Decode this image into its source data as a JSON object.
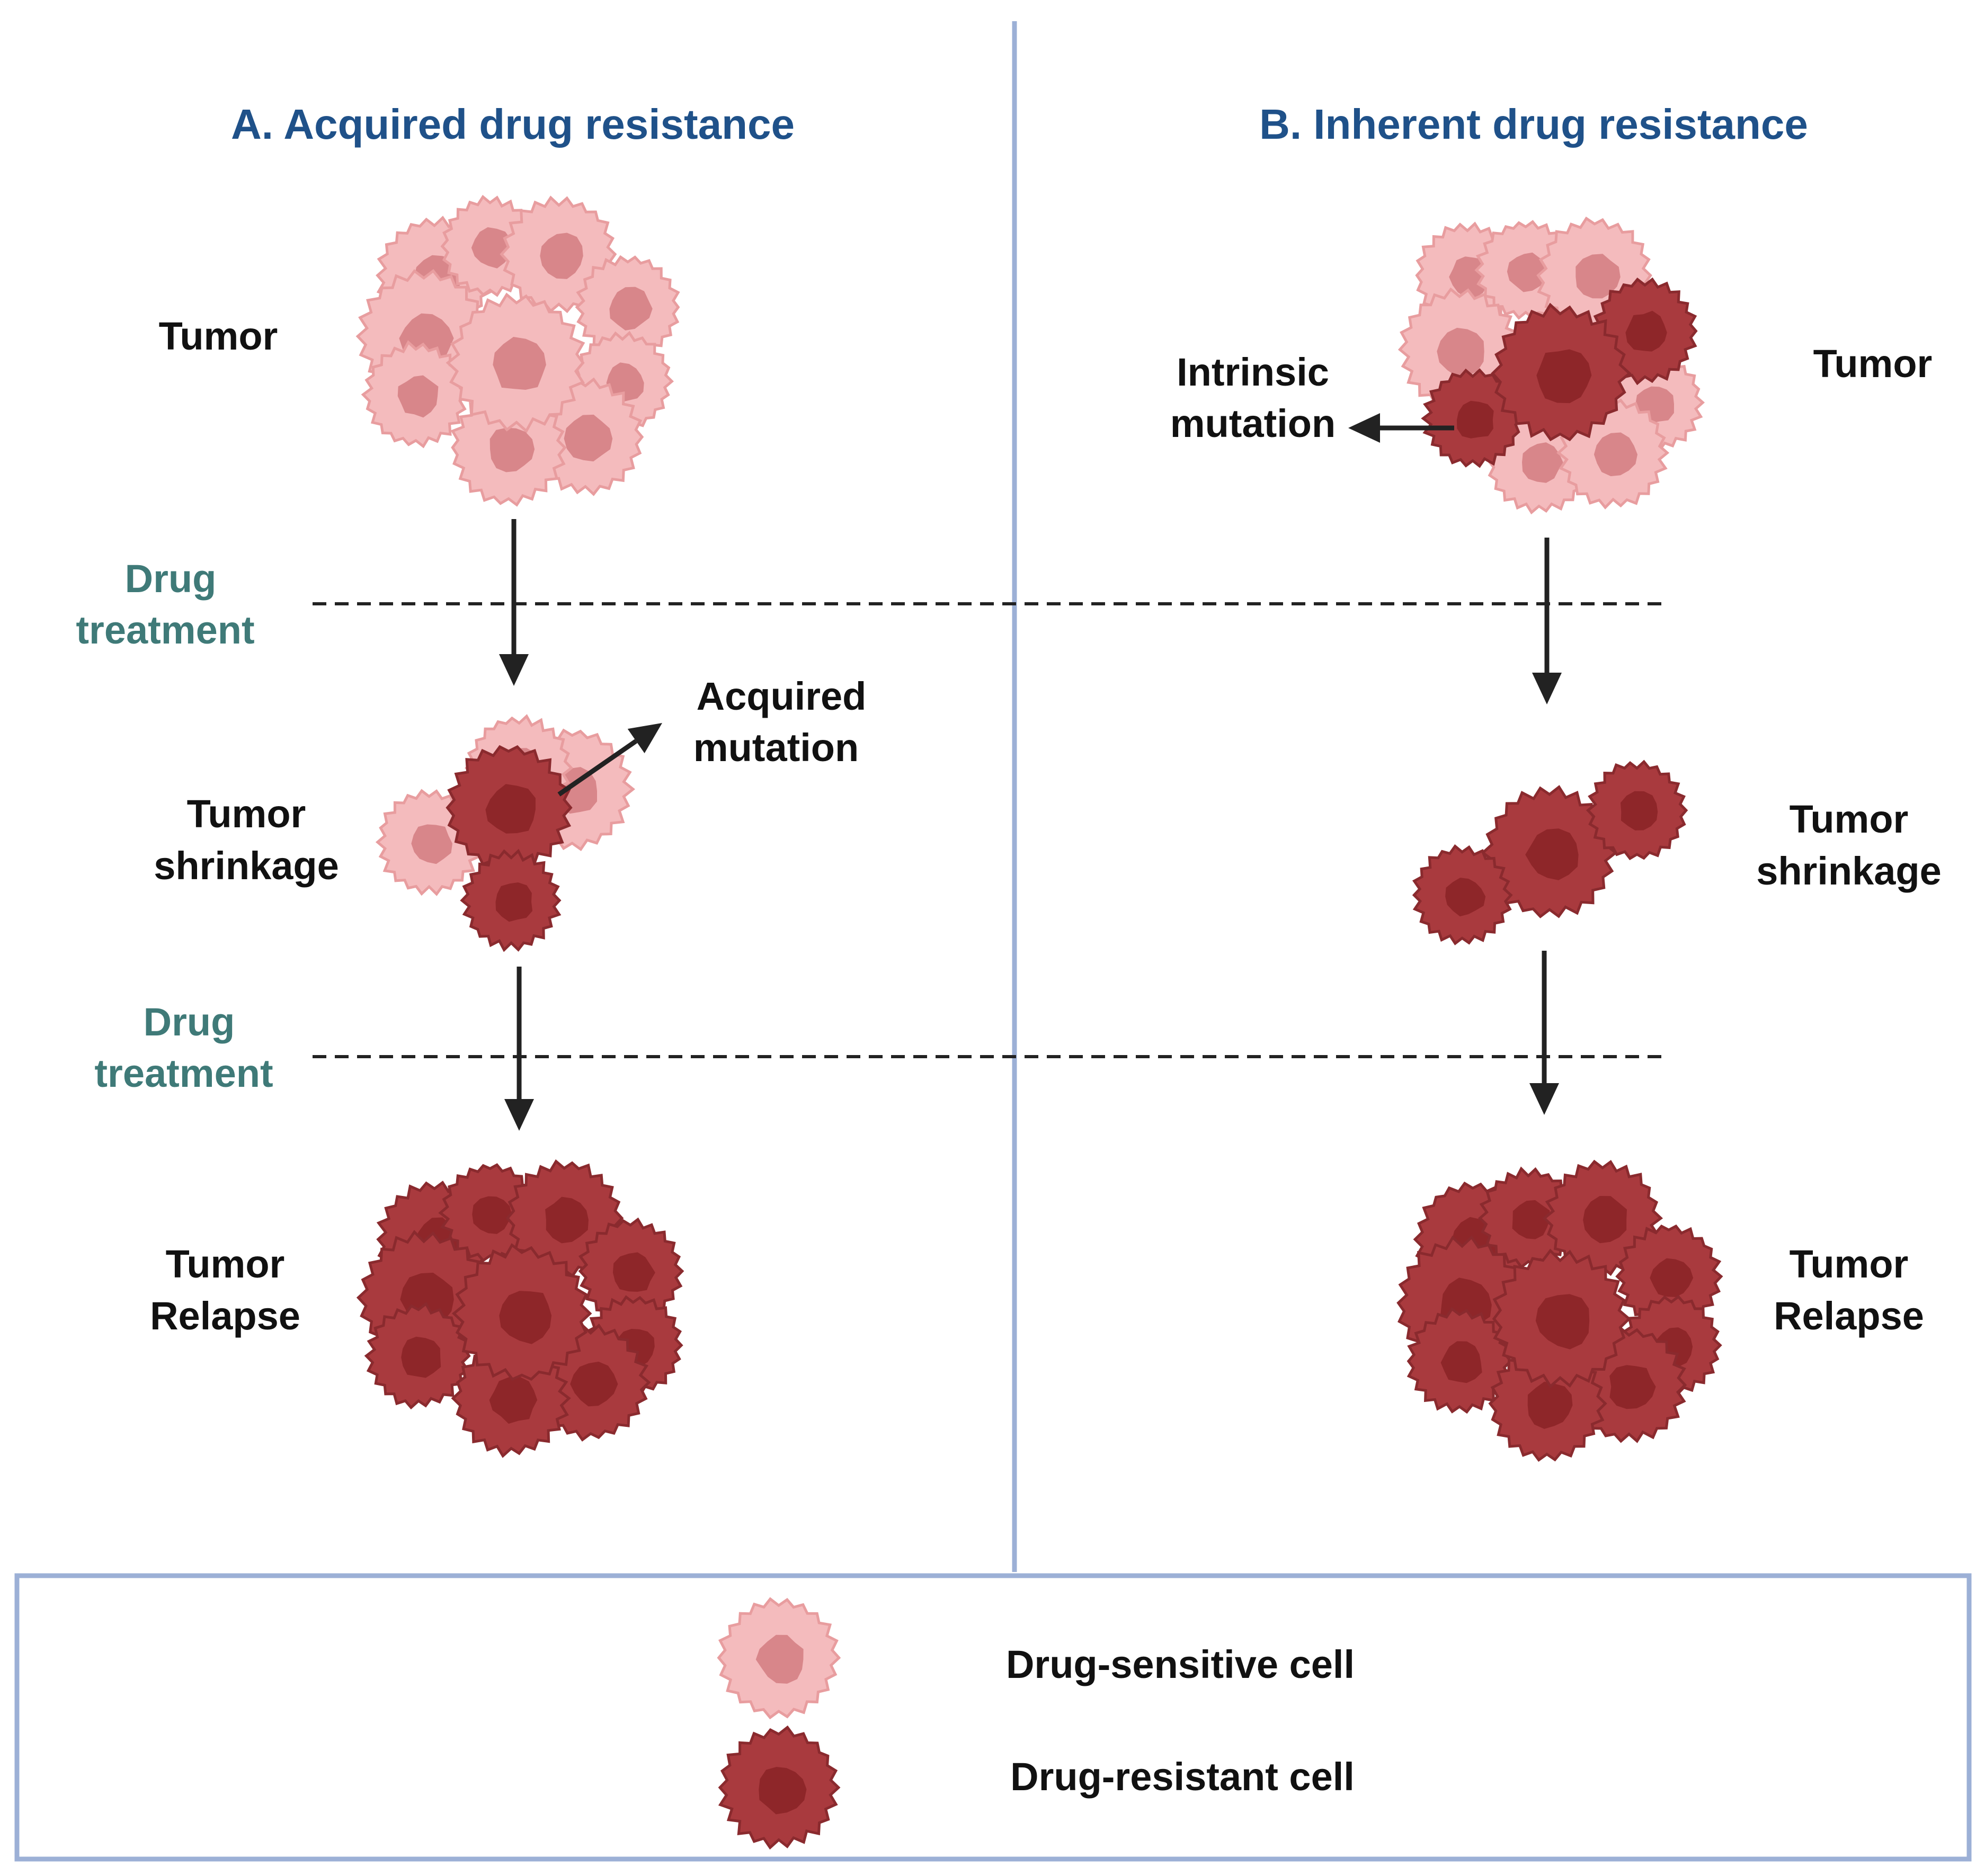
{
  "colors": {
    "title": "#1f5189",
    "label": "#111111",
    "drug_label": "#3f7a78",
    "divider": "#9cb0d6",
    "dashed": "#222222",
    "arrow": "#222222",
    "sensitive_cell_fill": "#f4bbbd",
    "sensitive_cell_edge": "#e89d9f",
    "sensitive_nucleus": "#d8868a",
    "resistant_cell_fill": "#a93a3e",
    "resistant_cell_edge": "#8a2a2e",
    "resistant_nucleus": "#8e2629"
  },
  "panel_a": {
    "title": "A. Acquired drug resistance",
    "tumor_label": "Tumor",
    "drug_label_1": [
      "Drug",
      "treatment"
    ],
    "shrinkage_label": [
      "Tumor",
      "shrinkage"
    ],
    "mutation_label": [
      "Acquired",
      "mutation"
    ],
    "drug_label_2": [
      "Drug",
      "treatment"
    ],
    "relapse_label": [
      "Tumor",
      "Relapse"
    ]
  },
  "panel_b": {
    "title": "B. Inherent  drug resistance",
    "tumor_label": "Tumor",
    "mutation_label": [
      "Intrinsic",
      "mutation"
    ],
    "shrinkage_label": [
      "Tumor",
      "shrinkage"
    ],
    "relapse_label": [
      "Tumor",
      "Relapse"
    ]
  },
  "legend": {
    "sensitive_label": "Drug-sensitive cell",
    "resistant_label": "Drug-resistant cell"
  }
}
